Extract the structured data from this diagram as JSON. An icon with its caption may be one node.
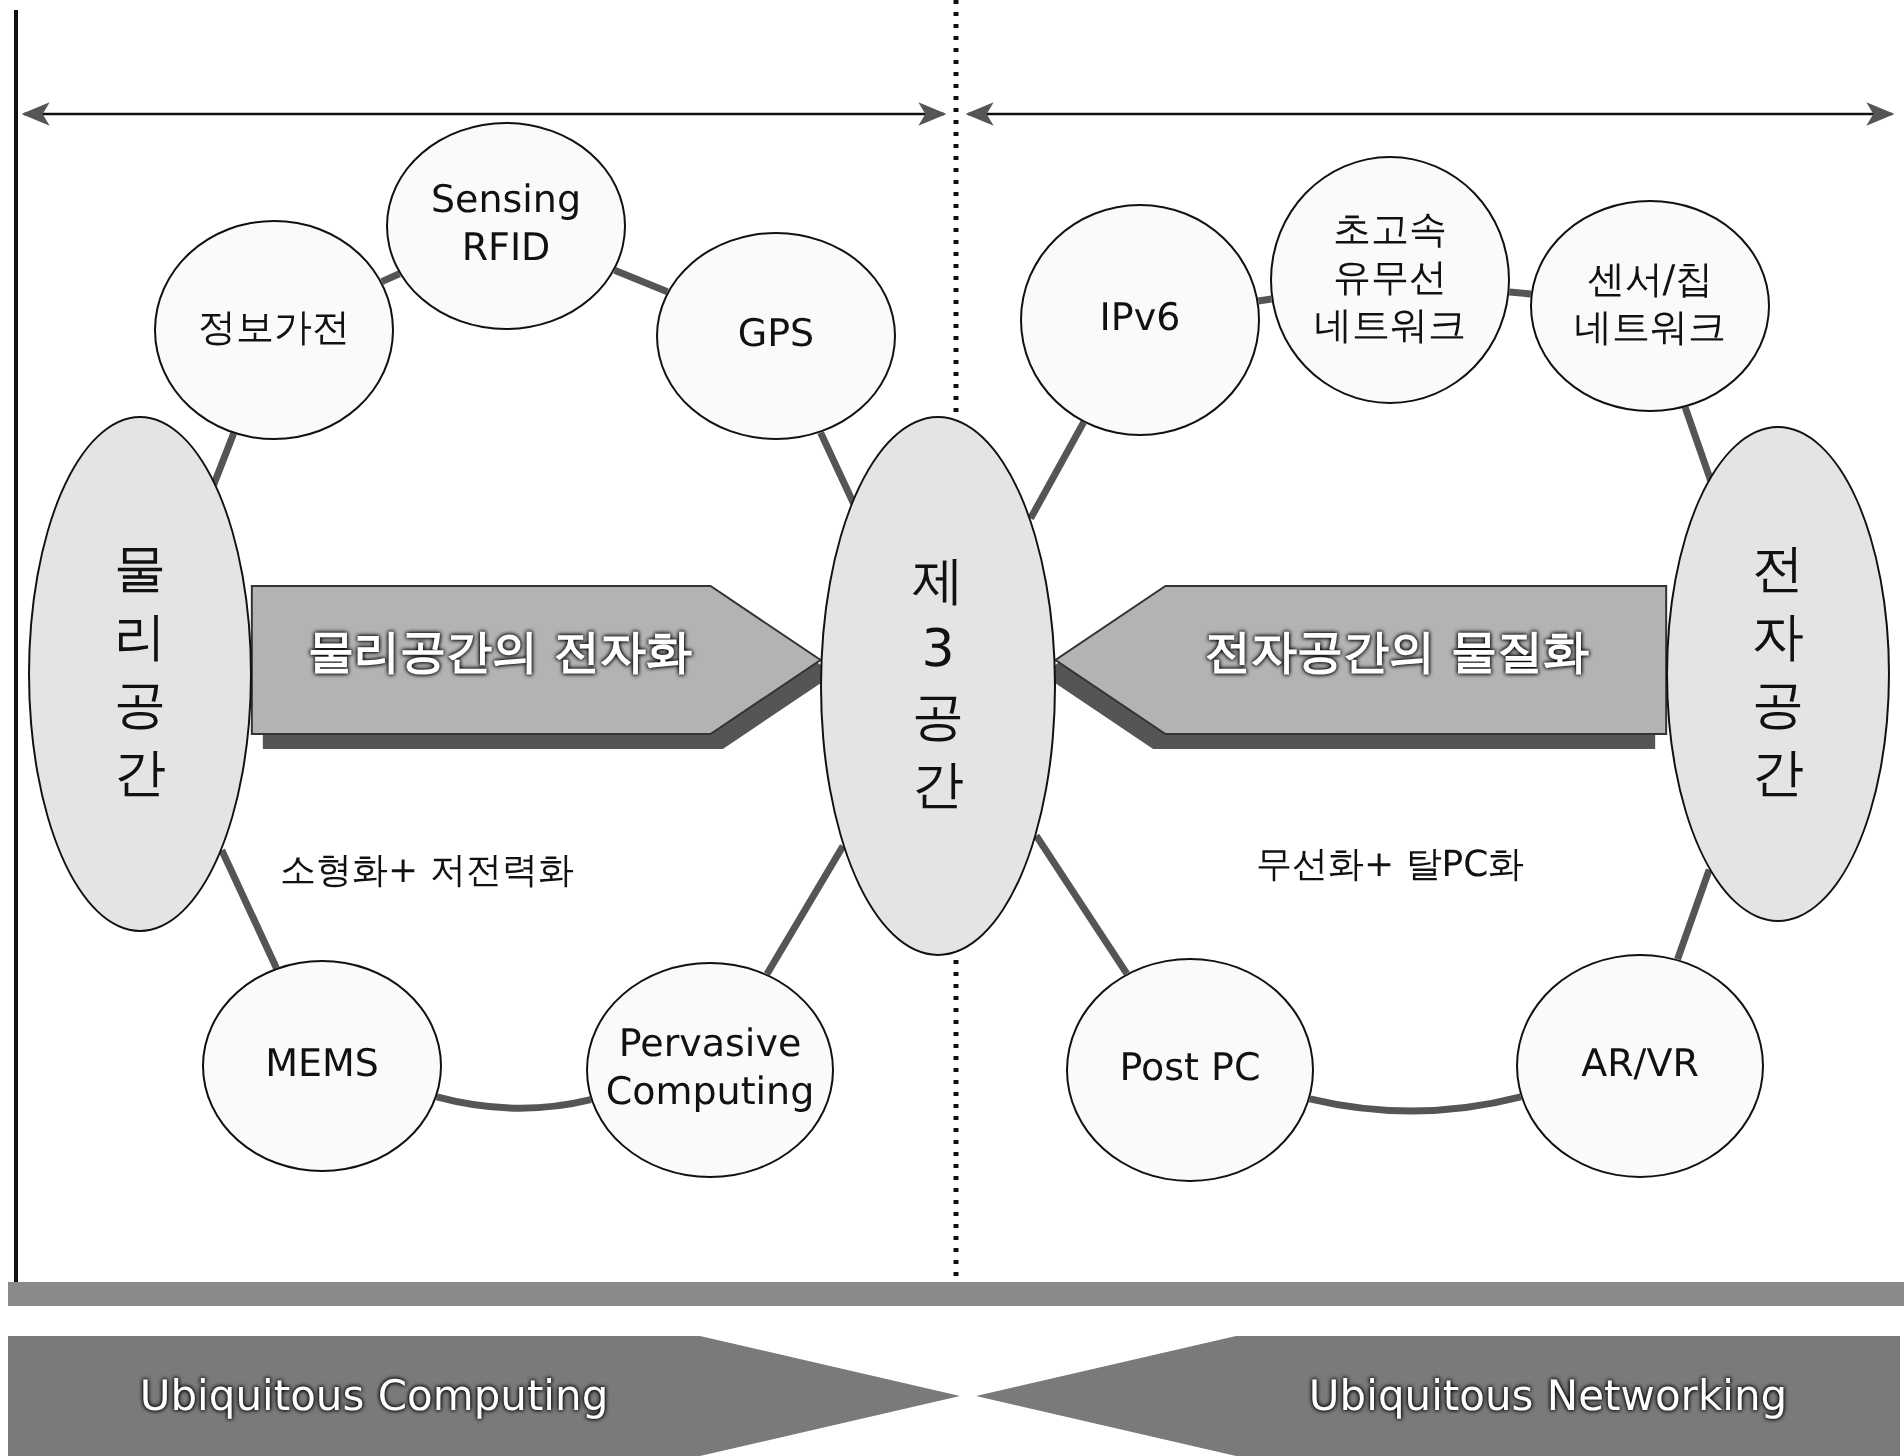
{
  "diagram": {
    "nodes": [
      {
        "text": [
          "Sensing RFID"
        ]
      },
      {
        "text": [
          "정보가전"
        ]
      },
      {
        "text": [
          "GPS"
        ]
      },
      {
        "text": [
          "초고속 유무선 네트워크"
        ]
      },
      {
        "text": [
          "IPv6"
        ]
      },
      {
        "text": [
          "센서/칩 네트워크"
        ]
      },
      {
        "text": [
          "물리공간"
        ]
      },
      {
        "text": [
          "제3공간"
        ]
      },
      {
        "text": [
          "전자공간"
        ]
      },
      {
        "text": [
          "MEMS"
        ]
      },
      {
        "text": [
          "Pervasive Computing"
        ]
      },
      {
        "text": [
          "Post PC"
        ]
      },
      {
        "text": [
          "AR/VR"
        ]
      },
      {
        "text": [
          "Ubiquitous Computing"
        ]
      },
      {
        "text": [
          "Ubiquitous Networking"
        ]
      }
    ],
    "edges": [
      {
        "from": 6,
        "to": 1,
        "arrow": "none"
      },
      {
        "from": 1,
        "to": 0,
        "arrow": "none"
      },
      {
        "from": 0,
        "to": 2,
        "arrow": "none"
      },
      {
        "from": 2,
        "to": 7,
        "arrow": "none"
      },
      {
        "from": 7,
        "to": 10,
        "arrow": "none"
      },
      {
        "from": 10,
        "to": 9,
        "arrow": "none"
      },
      {
        "from": 9,
        "to": 6,
        "arrow": "none"
      },
      {
        "from": 7,
        "to": 4,
        "arrow": "none"
      },
      {
        "from": 4,
        "to": 3,
        "arrow": "none"
      },
      {
        "from": 3,
        "to": 5,
        "arrow": "none"
      },
      {
        "from": 5,
        "to": 8,
        "arrow": "none"
      },
      {
        "from": 8,
        "to": 12,
        "arrow": "none"
      },
      {
        "from": 12,
        "to": 11,
        "arrow": "none"
      },
      {
        "from": 11,
        "to": 7,
        "arrow": "none"
      },
      {
        "from": 6,
        "to": 7,
        "arrow": "to",
        "label": "물리공간의 전자화",
        "style": "thick"
      },
      {
        "from": 8,
        "to": 7,
        "arrow": "to",
        "label": "전자공간의 물질화",
        "style": "thick"
      }
    ],
    "labels": [
      "소형화+ 저전력화",
      "무선화+ 탈PC화"
    ]
  }
}
